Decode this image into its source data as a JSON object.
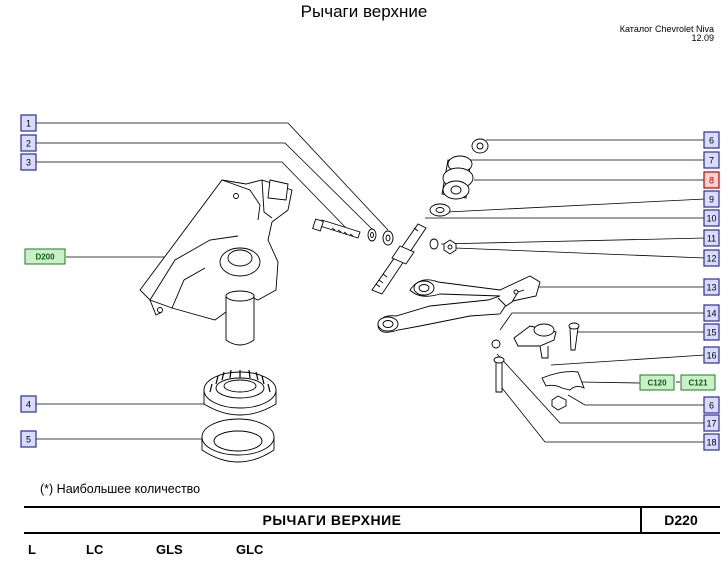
{
  "page": {
    "title": "Рычаги верхние",
    "catalog_name": "Каталог Chevrolet Niva",
    "catalog_date": "12.09"
  },
  "diagram": {
    "callouts_left": [
      {
        "number": "1"
      },
      {
        "number": "2"
      },
      {
        "number": "3"
      },
      {
        "number": "4"
      },
      {
        "number": "5"
      }
    ],
    "callouts_right": [
      {
        "number": "6",
        "highlight": false
      },
      {
        "number": "7",
        "highlight": false
      },
      {
        "number": "8",
        "highlight": true
      },
      {
        "number": "9",
        "highlight": false
      },
      {
        "number": "10",
        "highlight": false
      },
      {
        "number": "11",
        "highlight": false
      },
      {
        "number": "12",
        "highlight": false
      },
      {
        "number": "13",
        "highlight": false
      },
      {
        "number": "14",
        "highlight": false
      },
      {
        "number": "15",
        "highlight": false
      },
      {
        "number": "16",
        "highlight": false
      },
      {
        "number": "6",
        "highlight": false
      },
      {
        "number": "17",
        "highlight": false
      },
      {
        "number": "18",
        "highlight": false
      }
    ],
    "references": [
      "D200",
      "C120",
      "C121"
    ],
    "colors": {
      "callout_border": "#2b2b9a",
      "callout_fill": "#d9dcff",
      "highlight_border": "#c00000",
      "highlight_fill": "#ffd0d0",
      "reference_border": "#1f7a1f",
      "reference_fill": "#c9f0c9",
      "reference_text": "#0b5e0b"
    }
  },
  "footnote": "(*) Наибольшее количество",
  "title_block": {
    "name": "РЫЧАГИ   ВЕРХНИЕ",
    "code": "D220"
  },
  "versions": [
    "L",
    "LC",
    "GLS",
    "GLC"
  ]
}
